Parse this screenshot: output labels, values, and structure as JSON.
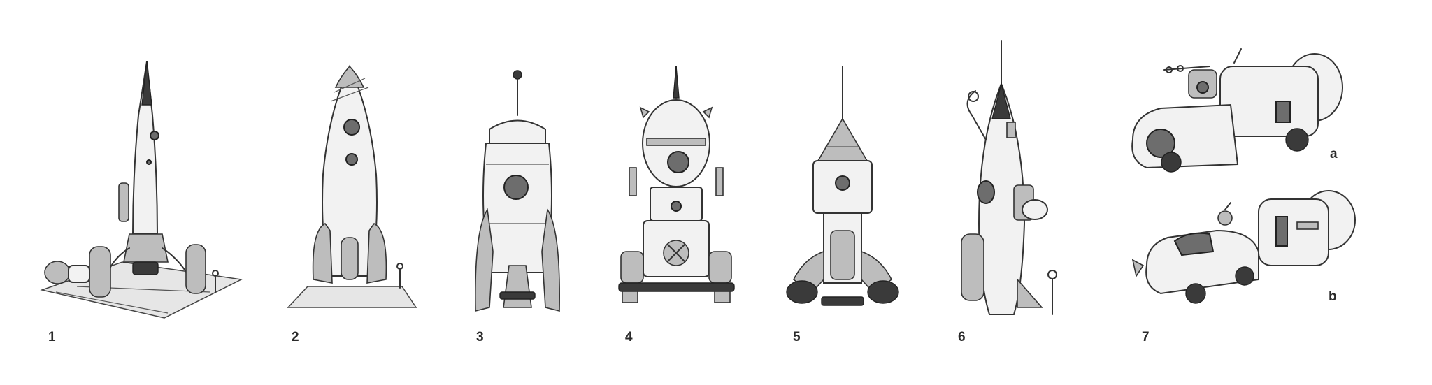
{
  "labels": {
    "n1": "1",
    "n2": "2",
    "n3": "3",
    "n4": "4",
    "n5": "5",
    "n6": "6",
    "n7": "7",
    "a": "a",
    "b": "b"
  },
  "colors": {
    "background": "#ffffff",
    "ink": "#333333",
    "shade": "#bdbdbd"
  }
}
